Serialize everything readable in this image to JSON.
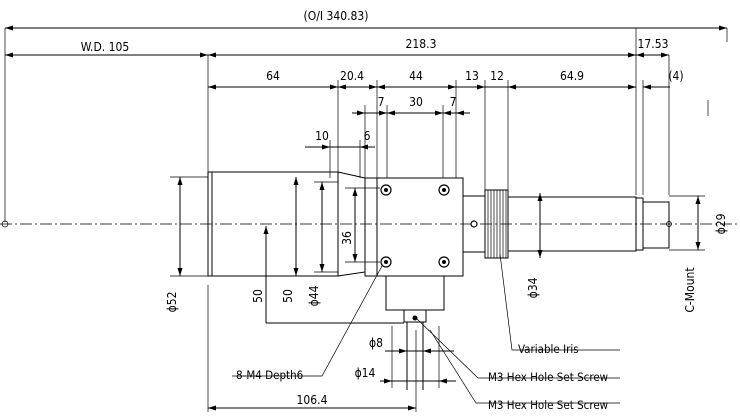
{
  "dims": {
    "oi": "(O/I 340.83)",
    "wd": "W.D. 105",
    "total": "218.3",
    "flange": "17.53",
    "paren4": "(4)",
    "d64": "64",
    "d20_4": "20.4",
    "d44": "44",
    "d13": "13",
    "d12": "12",
    "d64_9": "64.9",
    "d7a": "7",
    "d30": "30",
    "d7b": "7",
    "d10": "10",
    "d6": "6",
    "d36": "36",
    "d50a": "50",
    "d50b": "50",
    "phi44": "ϕ44",
    "phi52": "ϕ52",
    "phi34": "ϕ34",
    "phi29": "ϕ29",
    "phi8": "ϕ8",
    "phi14": "ϕ14",
    "d106_4": "106.4"
  },
  "labels": {
    "cmount": "C-Mount",
    "iris": "Variable Iris",
    "m4": "8-M4 Depth6",
    "setscrew1": "M3 Hex Hole Set Screw",
    "setscrew2": "M3 Hex Hole Set Screw"
  }
}
